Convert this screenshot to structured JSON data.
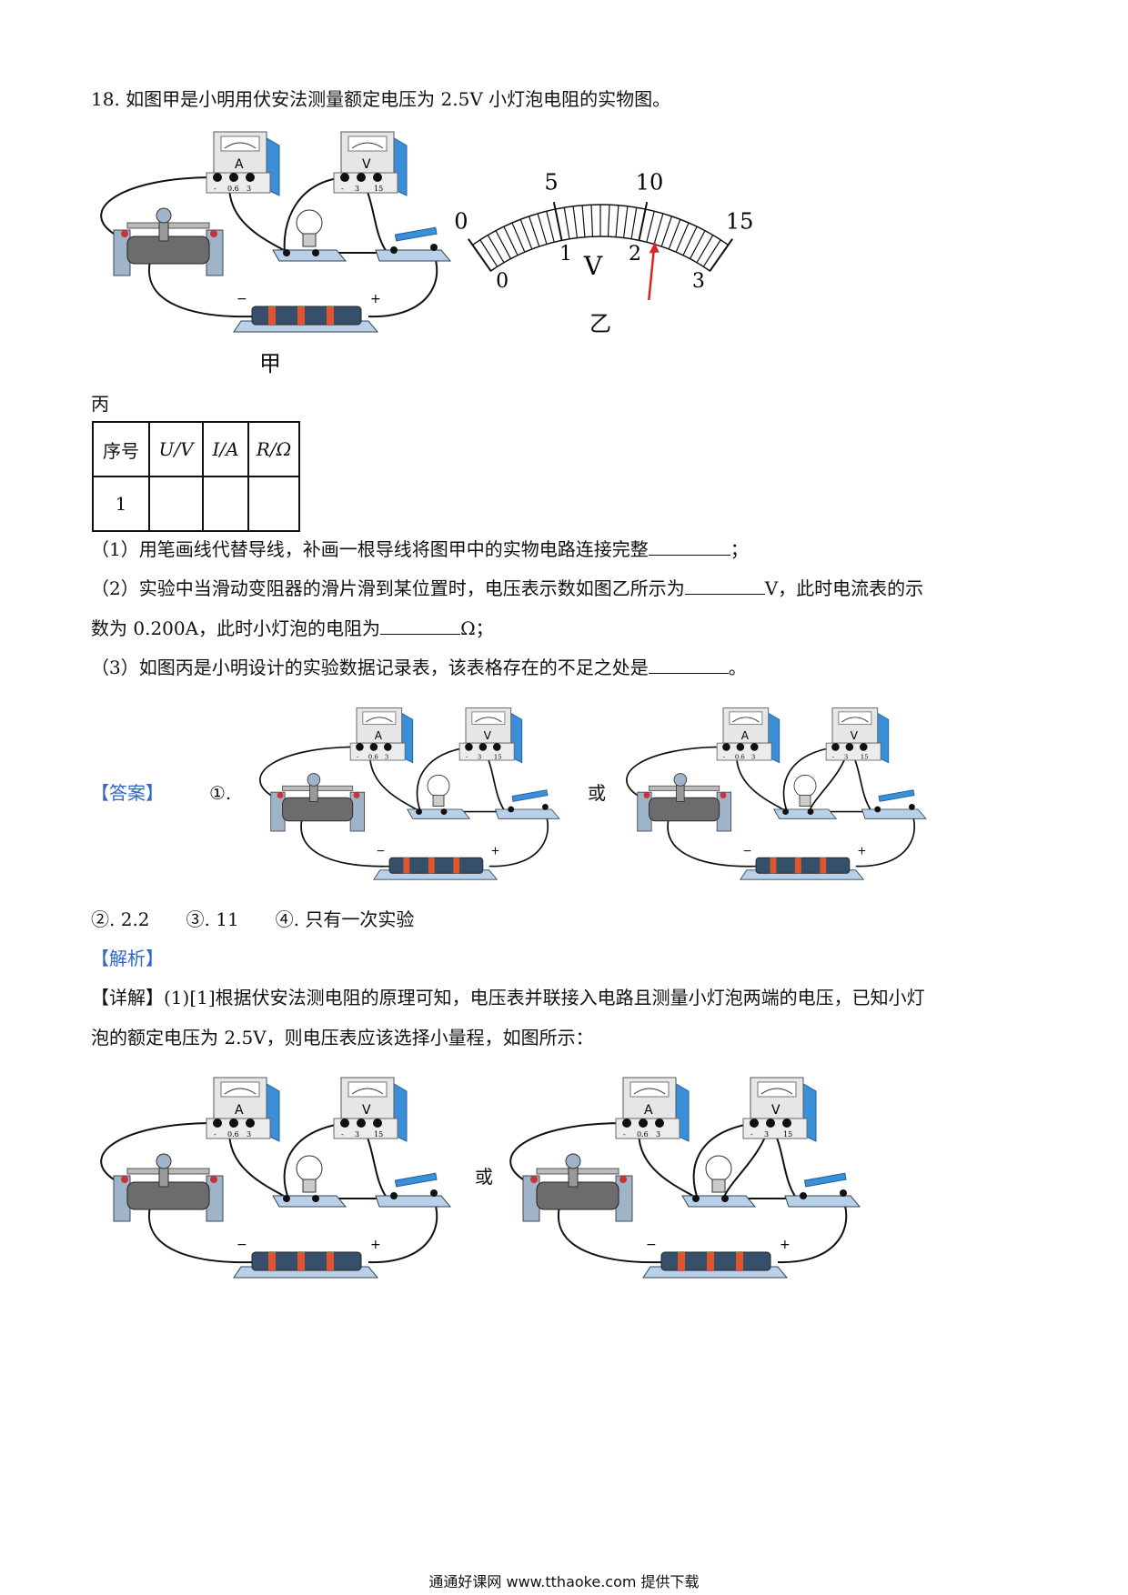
{
  "question": {
    "intro": "18. 如图甲是小明用伏安法测量额定电压为 2.5V 小灯泡电阻的实物图。",
    "fig_a_caption": "甲",
    "fig_b_caption": "乙",
    "fig_c_caption": "丙",
    "dial": {
      "upper_ticks": [
        "0",
        "5",
        "10",
        "15"
      ],
      "lower_ticks": [
        "0",
        "1",
        "2",
        "3"
      ],
      "unit": "V",
      "reading_small_range": 2.2
    },
    "table": {
      "headers": [
        "序号",
        "U/V",
        "I/A",
        "R/Ω"
      ],
      "rows": [
        [
          "1",
          "",
          "",
          ""
        ]
      ]
    },
    "q1": "（1）用笔画线代替导线，补画一根导线将图甲中的实物电路连接完整",
    "q1_end": "；",
    "q2_a": "（2）实验中当滑动变阻器的滑片滑到某位置时，电压表示数如图乙所示为",
    "q2_b": "V，此时电流表的示",
    "q2_c": "数为 0.200A，此时小灯泡的电阻为",
    "q2_d": "Ω；",
    "q3": "（3）如图丙是小明设计的实验数据记录表，该表格存在的不足之处是",
    "q3_end": "。"
  },
  "answer": {
    "label": "【答案】",
    "item1": "①.",
    "or1": "或",
    "items": "②. 2.2　　③. 11　　④. 只有一次实验"
  },
  "analysis": {
    "label": "【解析】",
    "detail_1": "【详解】(1)[1]根据伏安法测电阻的原理可知，电压表并联接入电路且测量小灯泡两端的电压，已知小灯",
    "detail_2": "泡的额定电压为 2.5V，则电压表应该选择小量程，如图所示：",
    "or2": "或"
  },
  "circuit_labels": {
    "ammeter": "A",
    "voltmeter": "V",
    "ammeter_terminals": [
      "-",
      "0.6",
      "3"
    ],
    "voltmeter_terminals": [
      "-",
      "3",
      "15"
    ],
    "battery_minus": "−",
    "battery_plus": "+"
  },
  "footer": "通通好课网  www.tthaoke.com  提供下载"
}
